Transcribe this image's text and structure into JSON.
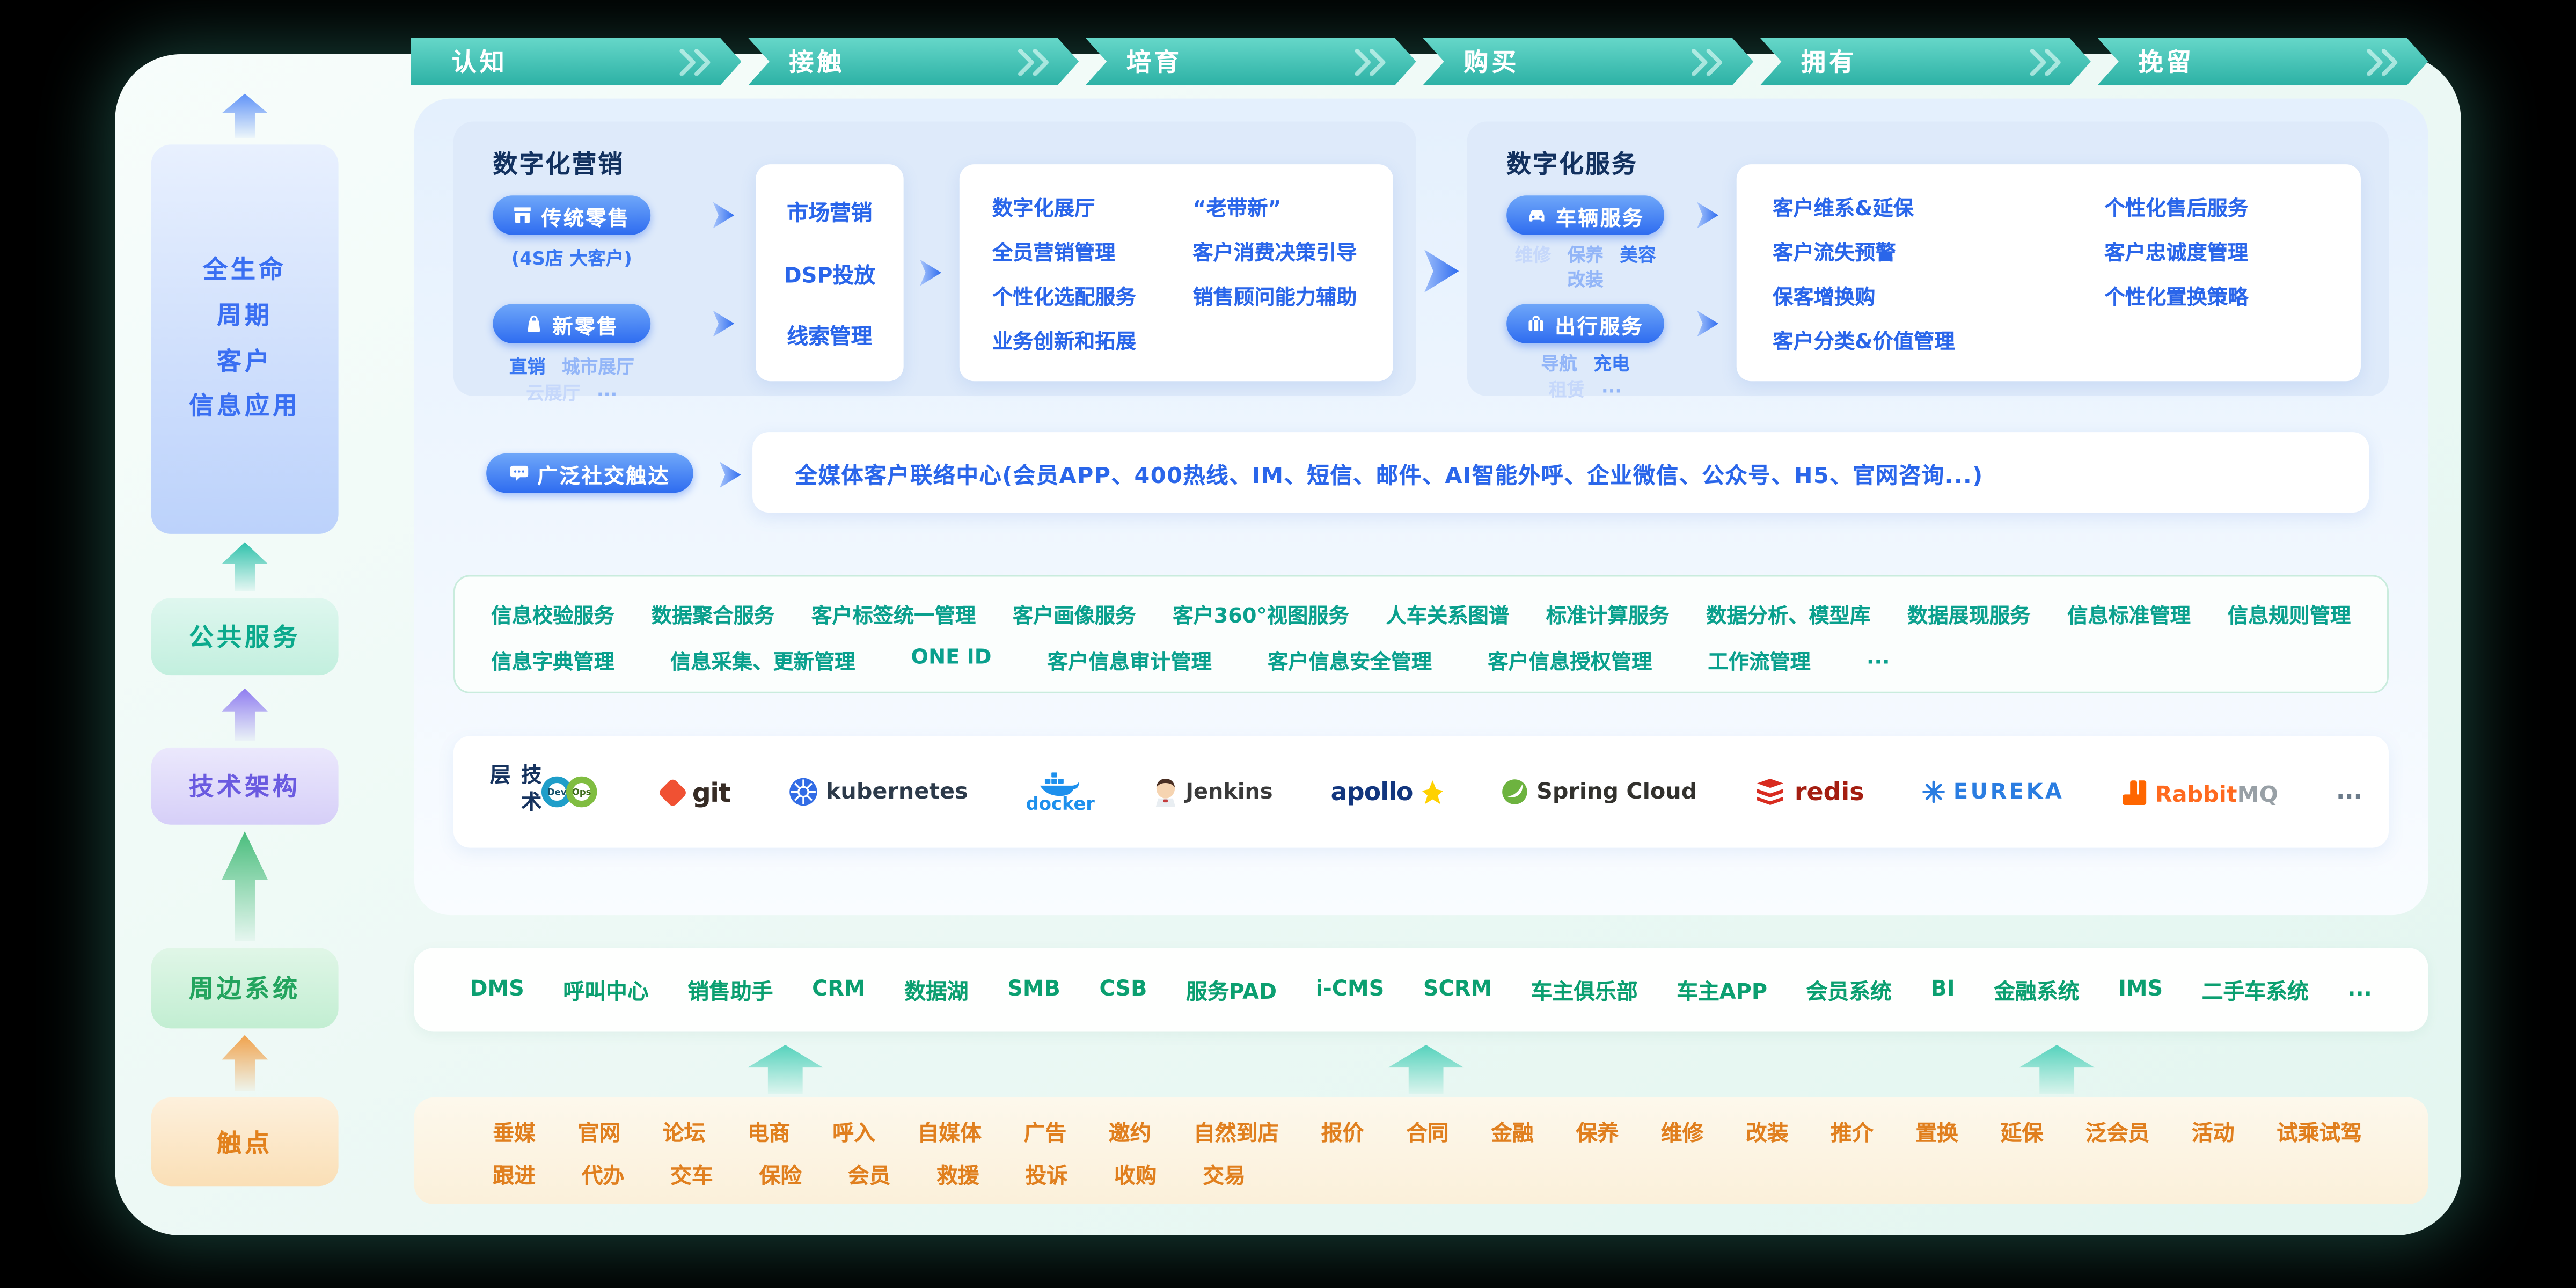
{
  "journey": {
    "stages": [
      "认知",
      "接触",
      "培育",
      "购买",
      "拥有",
      "挽留"
    ]
  },
  "left_nav": {
    "lifecycle_lines": [
      "全生命",
      "周期",
      "客户",
      "信息应用"
    ],
    "public_service": "公共服务",
    "tech_arch": "技术架构",
    "peripheral": "周边系统",
    "touchpoint": "触点"
  },
  "marketing": {
    "title": "数字化营销",
    "traditional_label": "传统零售",
    "traditional_sub": "(4S店 大客户)",
    "new_retail_label": "新零售",
    "new_retail_subs1": [
      {
        "text": "直销",
        "tone": "t1"
      },
      {
        "text": "城市展厅",
        "tone": "t2"
      }
    ],
    "new_retail_subs2": [
      {
        "text": "云展厅",
        "tone": "t3"
      },
      {
        "text": "...",
        "tone": "t2"
      }
    ],
    "funnel_items": [
      "市场营销",
      "DSP投放",
      "线索管理"
    ],
    "cap_left": [
      "数字化展厅",
      "全员营销管理",
      "个性化选配服务",
      "业务创新和拓展"
    ],
    "cap_right": [
      "“老带新”",
      "客户消费决策引导",
      "销售顾问能力辅助"
    ]
  },
  "services": {
    "title": "数字化服务",
    "vehicle_label": "车辆服务",
    "vehicle_subs1": [
      {
        "text": "维修",
        "tone": "t3"
      },
      {
        "text": "保养",
        "tone": "t2"
      },
      {
        "text": "美容",
        "tone": "t1"
      }
    ],
    "vehicle_subs2": [
      {
        "text": "改装",
        "tone": "t2"
      }
    ],
    "travel_label": "出行服务",
    "travel_subs1": [
      {
        "text": "导航",
        "tone": "t2"
      },
      {
        "text": "充电",
        "tone": "t1"
      }
    ],
    "travel_subs2": [
      {
        "text": "租赁",
        "tone": "t3"
      },
      {
        "text": "...",
        "tone": "t2"
      }
    ],
    "cap_left": [
      "客户维系&延保",
      "客户流失预警",
      "保客增换购",
      "客户分类&价值管理"
    ],
    "cap_right": [
      "个性化售后服务",
      "客户忠诚度管理",
      "个性化置换策略"
    ]
  },
  "social": {
    "label": "广泛社交触达",
    "content": "全媒体客户联络中心(会员APP、400热线、IM、短信、邮件、AI智能外呼、企业微信、公众号、H5、官网咨询...)"
  },
  "public_services": {
    "row1": [
      "信息校验服务",
      "数据聚合服务",
      "客户标签统一管理",
      "客户画像服务",
      "客户360°视图服务",
      "人车关系图谱",
      "标准计算服务",
      "数据分析、模型库",
      "数据展现服务",
      "信息标准管理",
      "信息规则管理"
    ],
    "row2": [
      "信息字典管理",
      "信息采集、更新管理",
      "ONE ID",
      "客户信息审计管理",
      "客户信息安全管理",
      "客户信息授权管理",
      "工作流管理",
      "..."
    ]
  },
  "tech": {
    "layer_label": "技术层",
    "devops": {
      "left": "Dev",
      "right": "Ops"
    },
    "git": "git",
    "kubernetes": "kubernetes",
    "docker": "docker",
    "jenkins": "Jenkins",
    "apollo": "apollo",
    "spring": "Spring Cloud",
    "redis": "redis",
    "eureka": "EUREKA",
    "rabbitmq": {
      "part1": "Rabbit",
      "part2": "MQ"
    },
    "more": "..."
  },
  "peripheral_systems": [
    "DMS",
    "呼叫中心",
    "销售助手",
    "CRM",
    "数据湖",
    "SMB",
    "CSB",
    "服务PAD",
    "i-CMS",
    "SCRM",
    "车主俱乐部",
    "车主APP",
    "会员系统",
    "BI",
    "金融系统",
    "IMS",
    "二手车系统",
    "..."
  ],
  "touchpoints": {
    "row1": [
      "垂媒",
      "官网",
      "论坛",
      "电商",
      "呼入",
      "自媒体",
      "广告",
      "邀约",
      "自然到店",
      "报价",
      "合同",
      "金融",
      "保养",
      "维修",
      "改装",
      "推介",
      "置换",
      "延保",
      "泛会员",
      "活动",
      "试乘试驾"
    ],
    "row2": [
      "跟进",
      "代办",
      "交车",
      "保险",
      "会员",
      "救援",
      "投诉",
      "收购",
      "交易"
    ]
  },
  "colors": {
    "accent_blue": "#2e6cf0",
    "ribbon_teal": "#2cb1a5",
    "service_green": "#0aa08d",
    "peripheral_green": "#0b9f70",
    "touchpoint_orange": "#e07f1e",
    "tech_purple": "#6a5ae0"
  }
}
